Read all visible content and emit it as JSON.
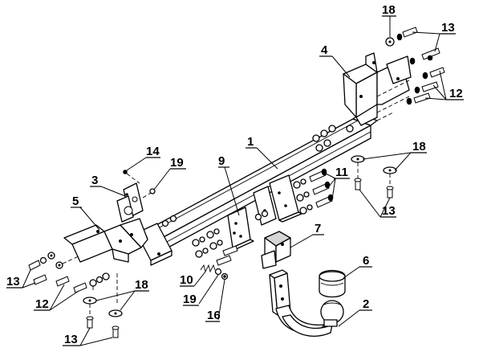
{
  "diagram": {
    "labels": {
      "main_crossbar": "1",
      "tow_ball": "2",
      "left_bracket_small": "3",
      "right_side_bracket": "4",
      "left_side_bracket": "5",
      "ball_cover": "6",
      "socket_plate": "7",
      "crossbar_plate": "9",
      "spring_washer_assembly": "10",
      "bolt_set_right": "11",
      "bolt_set_12_right": "12",
      "bolt_set_12_left": "12",
      "bolt_13_top_right": "13",
      "bolt_13_mid_right": "13",
      "bolt_13_left_upper": "13",
      "bolt_13_left_lower": "13",
      "bolt_14": "14",
      "nut_16": "16",
      "washer_18_top": "18",
      "washer_18_right": "18",
      "washer_18_left": "18",
      "nut_19_upper": "19",
      "nut_19_lower": "19"
    }
  }
}
